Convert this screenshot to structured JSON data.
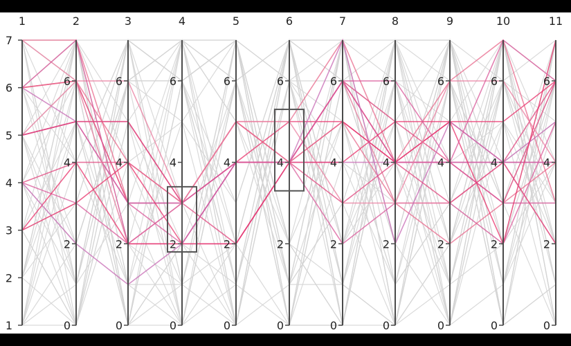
{
  "chart_data": {
    "type": "parallel-coordinates",
    "title": "",
    "axes": [
      {
        "label": "1",
        "ticks": [
          "1",
          "2",
          "3",
          "4",
          "5",
          "6",
          "7"
        ],
        "range": [
          1,
          7
        ]
      },
      {
        "label": "2",
        "ticks": [
          "0",
          "2",
          "4",
          "6"
        ],
        "range": [
          0,
          7
        ]
      },
      {
        "label": "3",
        "ticks": [
          "0",
          "2",
          "4",
          "6"
        ],
        "range": [
          0,
          7
        ]
      },
      {
        "label": "4",
        "ticks": [
          "0",
          "2",
          "4",
          "6"
        ],
        "range": [
          0,
          7
        ]
      },
      {
        "label": "5",
        "ticks": [
          "0",
          "2",
          "4",
          "6"
        ],
        "range": [
          0,
          7
        ]
      },
      {
        "label": "6",
        "ticks": [
          "0",
          "2",
          "4",
          "6"
        ],
        "range": [
          0,
          7
        ]
      },
      {
        "label": "7",
        "ticks": [
          "0",
          "2",
          "4",
          "6"
        ],
        "range": [
          0,
          7
        ]
      },
      {
        "label": "8",
        "ticks": [
          "0",
          "2",
          "4",
          "6"
        ],
        "range": [
          0,
          7
        ]
      },
      {
        "label": "9",
        "ticks": [
          "0",
          "2",
          "4",
          "6"
        ],
        "range": [
          0,
          7
        ]
      },
      {
        "label": "10",
        "ticks": [
          "0",
          "2",
          "4",
          "6"
        ],
        "range": [
          0,
          7
        ]
      },
      {
        "label": "11",
        "ticks": [
          "0",
          "2",
          "4",
          "6"
        ],
        "range": [
          0,
          7
        ]
      }
    ],
    "brushes": [
      {
        "axis": "4",
        "range": [
          1.8,
          3.4
        ]
      },
      {
        "axis": "6",
        "range": [
          3.3,
          5.3
        ]
      }
    ],
    "highlighted_lines": [
      [
        6,
        6,
        3,
        3,
        5,
        4,
        6,
        4,
        4,
        4,
        4
      ],
      [
        5,
        5,
        5,
        3,
        4,
        4,
        5,
        4,
        5,
        4,
        6
      ],
      [
        4,
        3,
        2,
        2,
        4,
        4,
        2,
        3,
        3,
        2,
        5
      ],
      [
        7,
        7,
        3,
        3,
        5,
        5,
        7,
        4,
        6,
        7,
        3
      ],
      [
        6,
        5,
        3,
        3,
        4,
        4,
        4,
        4,
        4,
        4,
        4
      ],
      [
        5,
        6,
        6,
        3,
        5,
        4,
        6,
        3,
        3,
        4,
        2
      ],
      [
        3,
        4,
        2,
        2,
        4,
        5,
        5,
        4,
        5,
        5,
        6
      ],
      [
        4,
        4,
        4,
        3,
        2,
        4,
        6,
        5,
        4,
        3,
        6
      ],
      [
        5,
        5,
        3,
        2,
        2,
        4,
        6,
        4,
        4,
        3,
        3
      ],
      [
        6,
        6,
        4,
        3,
        5,
        4,
        5,
        3,
        2,
        3,
        4
      ],
      [
        4,
        2,
        1,
        2,
        4,
        4,
        7,
        2,
        5,
        4,
        5
      ],
      [
        7,
        6,
        2,
        3,
        5,
        5,
        3,
        3,
        6,
        6,
        4
      ],
      [
        3,
        3,
        4,
        2,
        2,
        4,
        4,
        5,
        5,
        2,
        7
      ],
      [
        5,
        5,
        5,
        3,
        4,
        4,
        3,
        4,
        3,
        4,
        2
      ],
      [
        6,
        7,
        2,
        3,
        4,
        4,
        6,
        6,
        4,
        7,
        6
      ]
    ],
    "background_lines": [
      [
        1,
        2,
        6,
        5,
        7,
        1,
        1,
        6,
        0,
        5,
        3
      ],
      [
        2,
        7,
        0,
        0,
        6,
        0,
        7,
        2,
        7,
        1,
        7
      ],
      [
        7,
        1,
        7,
        6,
        0,
        7,
        0,
        0,
        2,
        6,
        2
      ],
      [
        3,
        0,
        5,
        7,
        1,
        6,
        1,
        7,
        6,
        0,
        1
      ],
      [
        6,
        7,
        1,
        1,
        7,
        2,
        5,
        1,
        3,
        7,
        0
      ],
      [
        1,
        4,
        7,
        6,
        3,
        7,
        2,
        5,
        7,
        3,
        6
      ],
      [
        4,
        1,
        6,
        7,
        7,
        1,
        7,
        0,
        1,
        2,
        4
      ],
      [
        5,
        6,
        0,
        6,
        1,
        6,
        0,
        6,
        0,
        6,
        1
      ],
      [
        2,
        3,
        7,
        1,
        6,
        0,
        6,
        3,
        7,
        0,
        7
      ],
      [
        7,
        0,
        4,
        5,
        0,
        7,
        1,
        7,
        2,
        5,
        2
      ],
      [
        3,
        5,
        1,
        7,
        5,
        1,
        3,
        0,
        6,
        1,
        5
      ],
      [
        1,
        7,
        5,
        0,
        2,
        7,
        6,
        4,
        1,
        7,
        0
      ],
      [
        6,
        2,
        6,
        6,
        7,
        2,
        0,
        7,
        3,
        2,
        6
      ],
      [
        2,
        6,
        0,
        2,
        1,
        6,
        4,
        1,
        7,
        6,
        3
      ],
      [
        5,
        1,
        7,
        7,
        6,
        0,
        7,
        2,
        0,
        1,
        7
      ],
      [
        4,
        7,
        2,
        1,
        0,
        7,
        2,
        6,
        5,
        7,
        1
      ],
      [
        1,
        0,
        6,
        6,
        7,
        1,
        5,
        0,
        7,
        3,
        0
      ],
      [
        7,
        4,
        1,
        5,
        3,
        7,
        0,
        7,
        1,
        6,
        5
      ],
      [
        3,
        7,
        7,
        0,
        6,
        2,
        7,
        1,
        6,
        0,
        7
      ],
      [
        6,
        1,
        3,
        7,
        0,
        6,
        1,
        5,
        0,
        7,
        2
      ],
      [
        2,
        5,
        0,
        6,
        7,
        0,
        6,
        2,
        7,
        2,
        6
      ],
      [
        5,
        0,
        7,
        1,
        2,
        7,
        2,
        7,
        4,
        5,
        0
      ],
      [
        1,
        6,
        2,
        7,
        6,
        1,
        7,
        0,
        7,
        1,
        4
      ],
      [
        4,
        2,
        6,
        0,
        1,
        7,
        0,
        6,
        2,
        7,
        6
      ],
      [
        7,
        7,
        0,
        6,
        7,
        0,
        4,
        3,
        7,
        0,
        1
      ],
      [
        3,
        0,
        5,
        2,
        0,
        6,
        7,
        7,
        0,
        6,
        7
      ],
      [
        6,
        4,
        7,
        7,
        5,
        2,
        1,
        0,
        6,
        3,
        3
      ],
      [
        2,
        7,
        1,
        0,
        6,
        7,
        6,
        5,
        1,
        7,
        0
      ],
      [
        5,
        2,
        6,
        6,
        1,
        0,
        0,
        7,
        7,
        1,
        6
      ],
      [
        1,
        5,
        0,
        7,
        7,
        6,
        5,
        1,
        3,
        6,
        2
      ],
      [
        7,
        1,
        7,
        3,
        0,
        1,
        7,
        6,
        6,
        0,
        7
      ],
      [
        4,
        6,
        3,
        0,
        6,
        7,
        1,
        0,
        2,
        7,
        1
      ],
      [
        2,
        0,
        6,
        7,
        2,
        0,
        6,
        7,
        7,
        4,
        5
      ],
      [
        6,
        7,
        0,
        1,
        7,
        6,
        2,
        4,
        0,
        7,
        0
      ],
      [
        3,
        3,
        7,
        6,
        1,
        7,
        7,
        0,
        6,
        2,
        7
      ],
      [
        5,
        7,
        2,
        0,
        7,
        0,
        0,
        6,
        1,
        6,
        2
      ],
      [
        1,
        1,
        6,
        7,
        0,
        6,
        6,
        2,
        7,
        0,
        6
      ],
      [
        7,
        6,
        0,
        2,
        6,
        1,
        3,
        7,
        2,
        7,
        1
      ],
      [
        4,
        0,
        7,
        6,
        2,
        7,
        7,
        0,
        6,
        3,
        7
      ],
      [
        2,
        7,
        4,
        1,
        7,
        2,
        0,
        6,
        0,
        7,
        4
      ]
    ],
    "colors": {
      "axis": "#4a4a4a",
      "tick_text": "#222222",
      "background_line": "#d3d3d3",
      "highlight_palette": [
        "#e8306a",
        "#e0457e",
        "#d9589a",
        "#e86a8c",
        "#c76bb4",
        "#ea7fa0"
      ],
      "brush_stroke": "#555555"
    }
  }
}
